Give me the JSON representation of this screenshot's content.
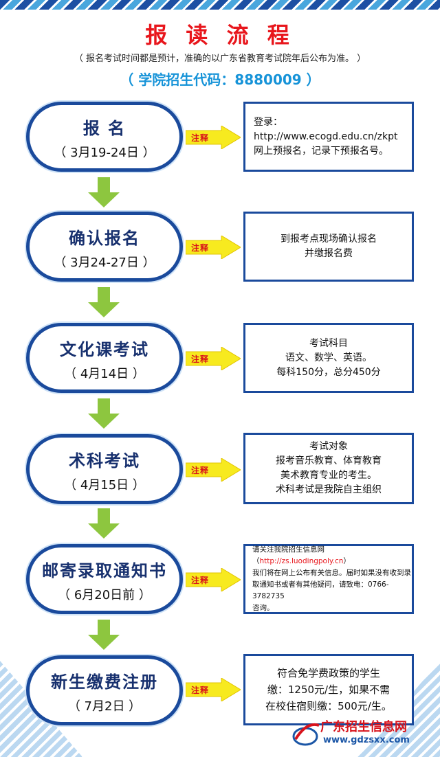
{
  "header": {
    "title": "报 读 流 程",
    "notice": "（ 报名考试时间都是预计，准确的以广东省教育考试院年后公布为准。 ）",
    "code": "（ 学院招生代码：8880009 ）"
  },
  "note_label": "注释",
  "colors": {
    "title": "#e8161c",
    "oval_border": "#1a4a9c",
    "oval_text": "#17306e",
    "code": "#1693d8",
    "arrow_yellow": "#f7ea1f",
    "arrow_green": "#8dc63f"
  },
  "steps": [
    {
      "title": "报 名",
      "date": "（ 3月19-24日 ）",
      "info": [
        "登录：",
        "http://www.ecogd.edu.cn/zkpt",
        "网上预报名，记录下预报名号。"
      ]
    },
    {
      "title": "确认报名",
      "date": "（ 3月24-27日 ）",
      "info": [
        "到报考点现场确认报名",
        "并缴报名费"
      ]
    },
    {
      "title": "文化课考试",
      "date": "（ 4月14日 ）",
      "info": [
        "考试科目",
        "语文、数学、英语。",
        "每科150分，总分450分"
      ]
    },
    {
      "title": "术科考试",
      "date": "（ 4月15日 ）",
      "info": [
        "考试对象",
        "报考音乐教育、体育教育",
        "美术教育专业的考生。",
        "术科考试是我院自主组织"
      ]
    },
    {
      "title": "邮寄录取通知书",
      "date": "（ 6月20日前 ）",
      "info_prefix": "请关注我院招生信息网（",
      "info_url": "http://zs.luodingpoly.cn",
      "info_suffix": "）",
      "info": [
        "我们将在网上公布有关信息。届时如果没有收到录",
        "取通知书或者有其他疑问，请致电：0766-3782735",
        "咨询。"
      ]
    },
    {
      "title": "新生缴费注册",
      "date": "（ 7月2日 ）",
      "info": [
        "符合免学费政策的学生",
        "缴：1250元/生，如果不需",
        "在校住宿则缴：500元/生。"
      ]
    }
  ],
  "watermark": {
    "name": "广东招生信息网",
    "url": "www.gdzsxx.com"
  }
}
